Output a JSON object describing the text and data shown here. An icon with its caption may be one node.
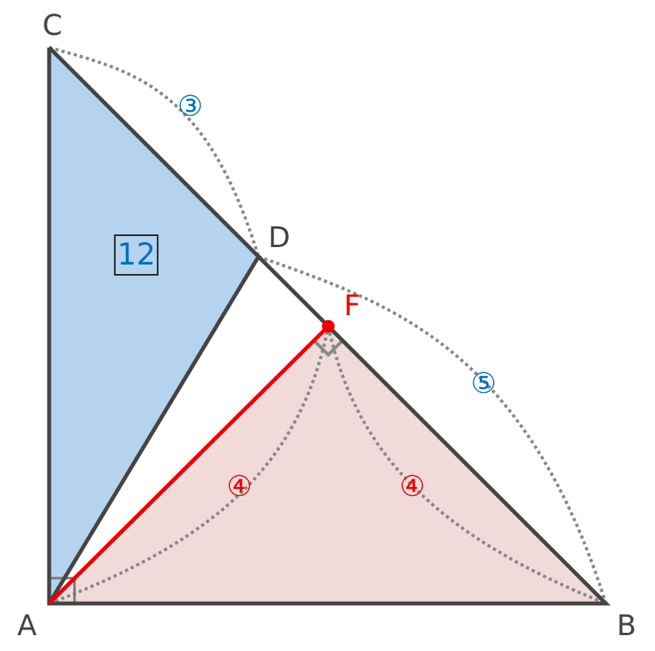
{
  "diagram": {
    "nodes": [
      {
        "text": [
          "12"
        ]
      }
    ],
    "labels": [
      "C",
      "③",
      "D",
      "F",
      "⑤",
      "④",
      "④",
      "A",
      "B"
    ]
  }
}
